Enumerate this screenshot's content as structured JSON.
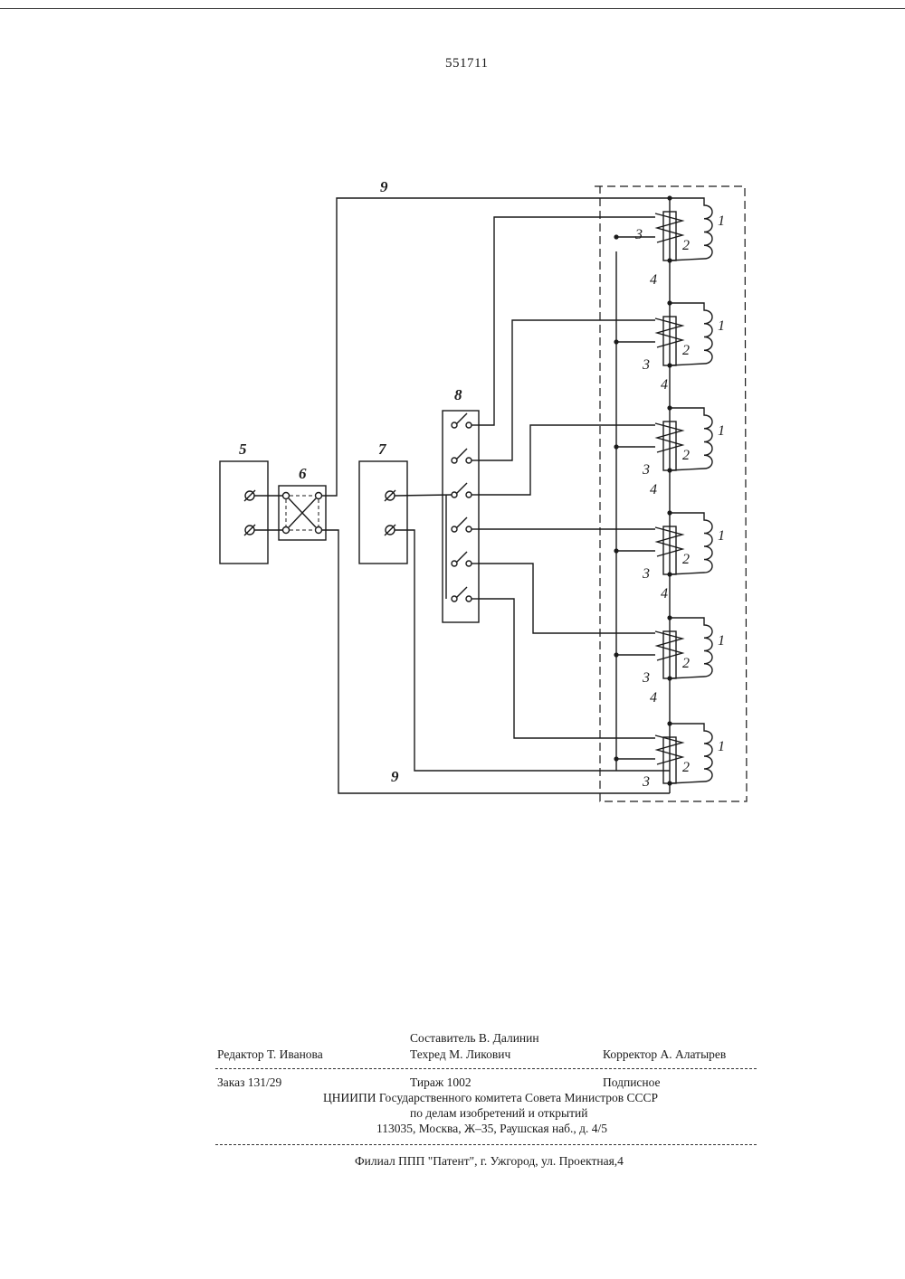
{
  "page": {
    "patent_number": "551711"
  },
  "diagram": {
    "labels": {
      "source": "5",
      "reverser": "6",
      "supply": "7",
      "switch_block": "8",
      "bus": "9",
      "winding": "1",
      "resistor": "2",
      "tap": "3",
      "link": "4"
    }
  },
  "footer": {
    "composer": "Составитель  В. Далинин",
    "editor": "Редактор  Т. Иванова",
    "techred": "Техред     М. Ликович",
    "corrector": "Корректор    А. Алатырев",
    "order": "Заказ  131/29",
    "circulation": "Тираж  1002",
    "subscription": "Подписное",
    "org_line1": "ЦНИИПИ Государственного комитета Совета Министров СССР",
    "org_line2": "по делам изобретений и открытий",
    "org_line3": "113035, Москва, Ж–35, Раушская наб., д. 4/5",
    "branch": "Филиал ППП \"Патент\", г. Ужгород, ул. Проектная,4"
  }
}
